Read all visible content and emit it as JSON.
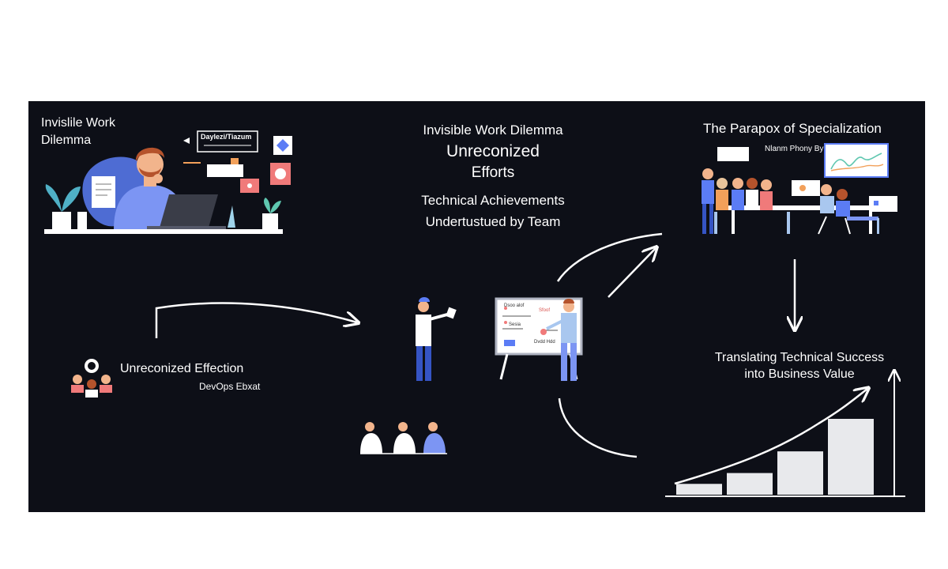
{
  "top_left": {
    "title_line1": "Invislile Work",
    "title_line2": "Dilemma",
    "screen_text": "Daylezi/Tiazum"
  },
  "center": {
    "title": "Invisible Work Dilemma",
    "subtitle_line1": "Unreconized",
    "subtitle_line2": "Efforts",
    "caption_line1": "Technical Achievements",
    "caption_line2": "Undertustued by Team"
  },
  "top_right": {
    "title": "The Parapox of Specialization",
    "board_caption": "Nlanm Phony By"
  },
  "left_mid": {
    "title": "Unreconized Effection",
    "subtitle": "DevOps Ebxat"
  },
  "whiteboard": {
    "line_1": "Dsoo alof",
    "line_2": "Sfoof",
    "line_3": "Sesia",
    "line_4": "Dvdd Hdd"
  },
  "bottom_right": {
    "title_line1": "Translating Technical Success",
    "title_line2": "into Business Value"
  },
  "bar_chart": {
    "values": [
      1,
      2,
      4,
      7
    ]
  },
  "colors": {
    "panel": "#0d0f17",
    "accent_blue": "#5b7cf5",
    "skin": "#f2b48c",
    "hair": "#b5532c",
    "bars": "#e8e9ec",
    "line": "#ffffff"
  }
}
